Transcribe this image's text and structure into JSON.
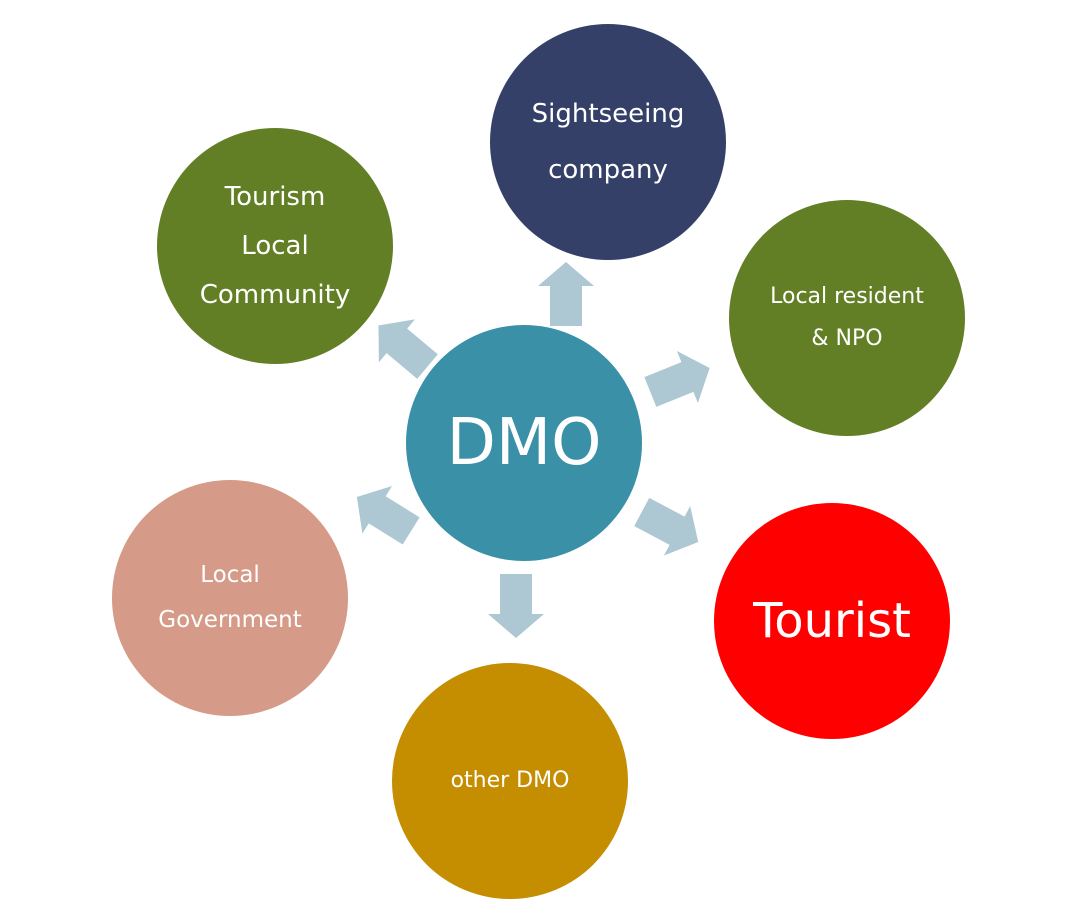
{
  "colors": {
    "arrow": "#adc8d3",
    "center": "#3a90a7",
    "sightseeing": "#354069",
    "green": "#637f26",
    "tourist": "#ff0000",
    "government": "#d59a88",
    "other_dmo": "#c48e00"
  },
  "center": {
    "label": "DMO"
  },
  "nodes": {
    "tourism": {
      "lines": [
        "Tourism",
        "Local",
        "Community"
      ]
    },
    "sightseeing": {
      "lines": [
        "Sightseeing",
        "company"
      ]
    },
    "resident": {
      "lines": [
        "Local resident",
        "& NPO"
      ]
    },
    "tourist": {
      "lines": [
        "Tourist"
      ]
    },
    "government": {
      "lines": [
        "Local",
        "Government"
      ]
    },
    "other_dmo": {
      "lines": [
        "other DMO"
      ]
    }
  }
}
